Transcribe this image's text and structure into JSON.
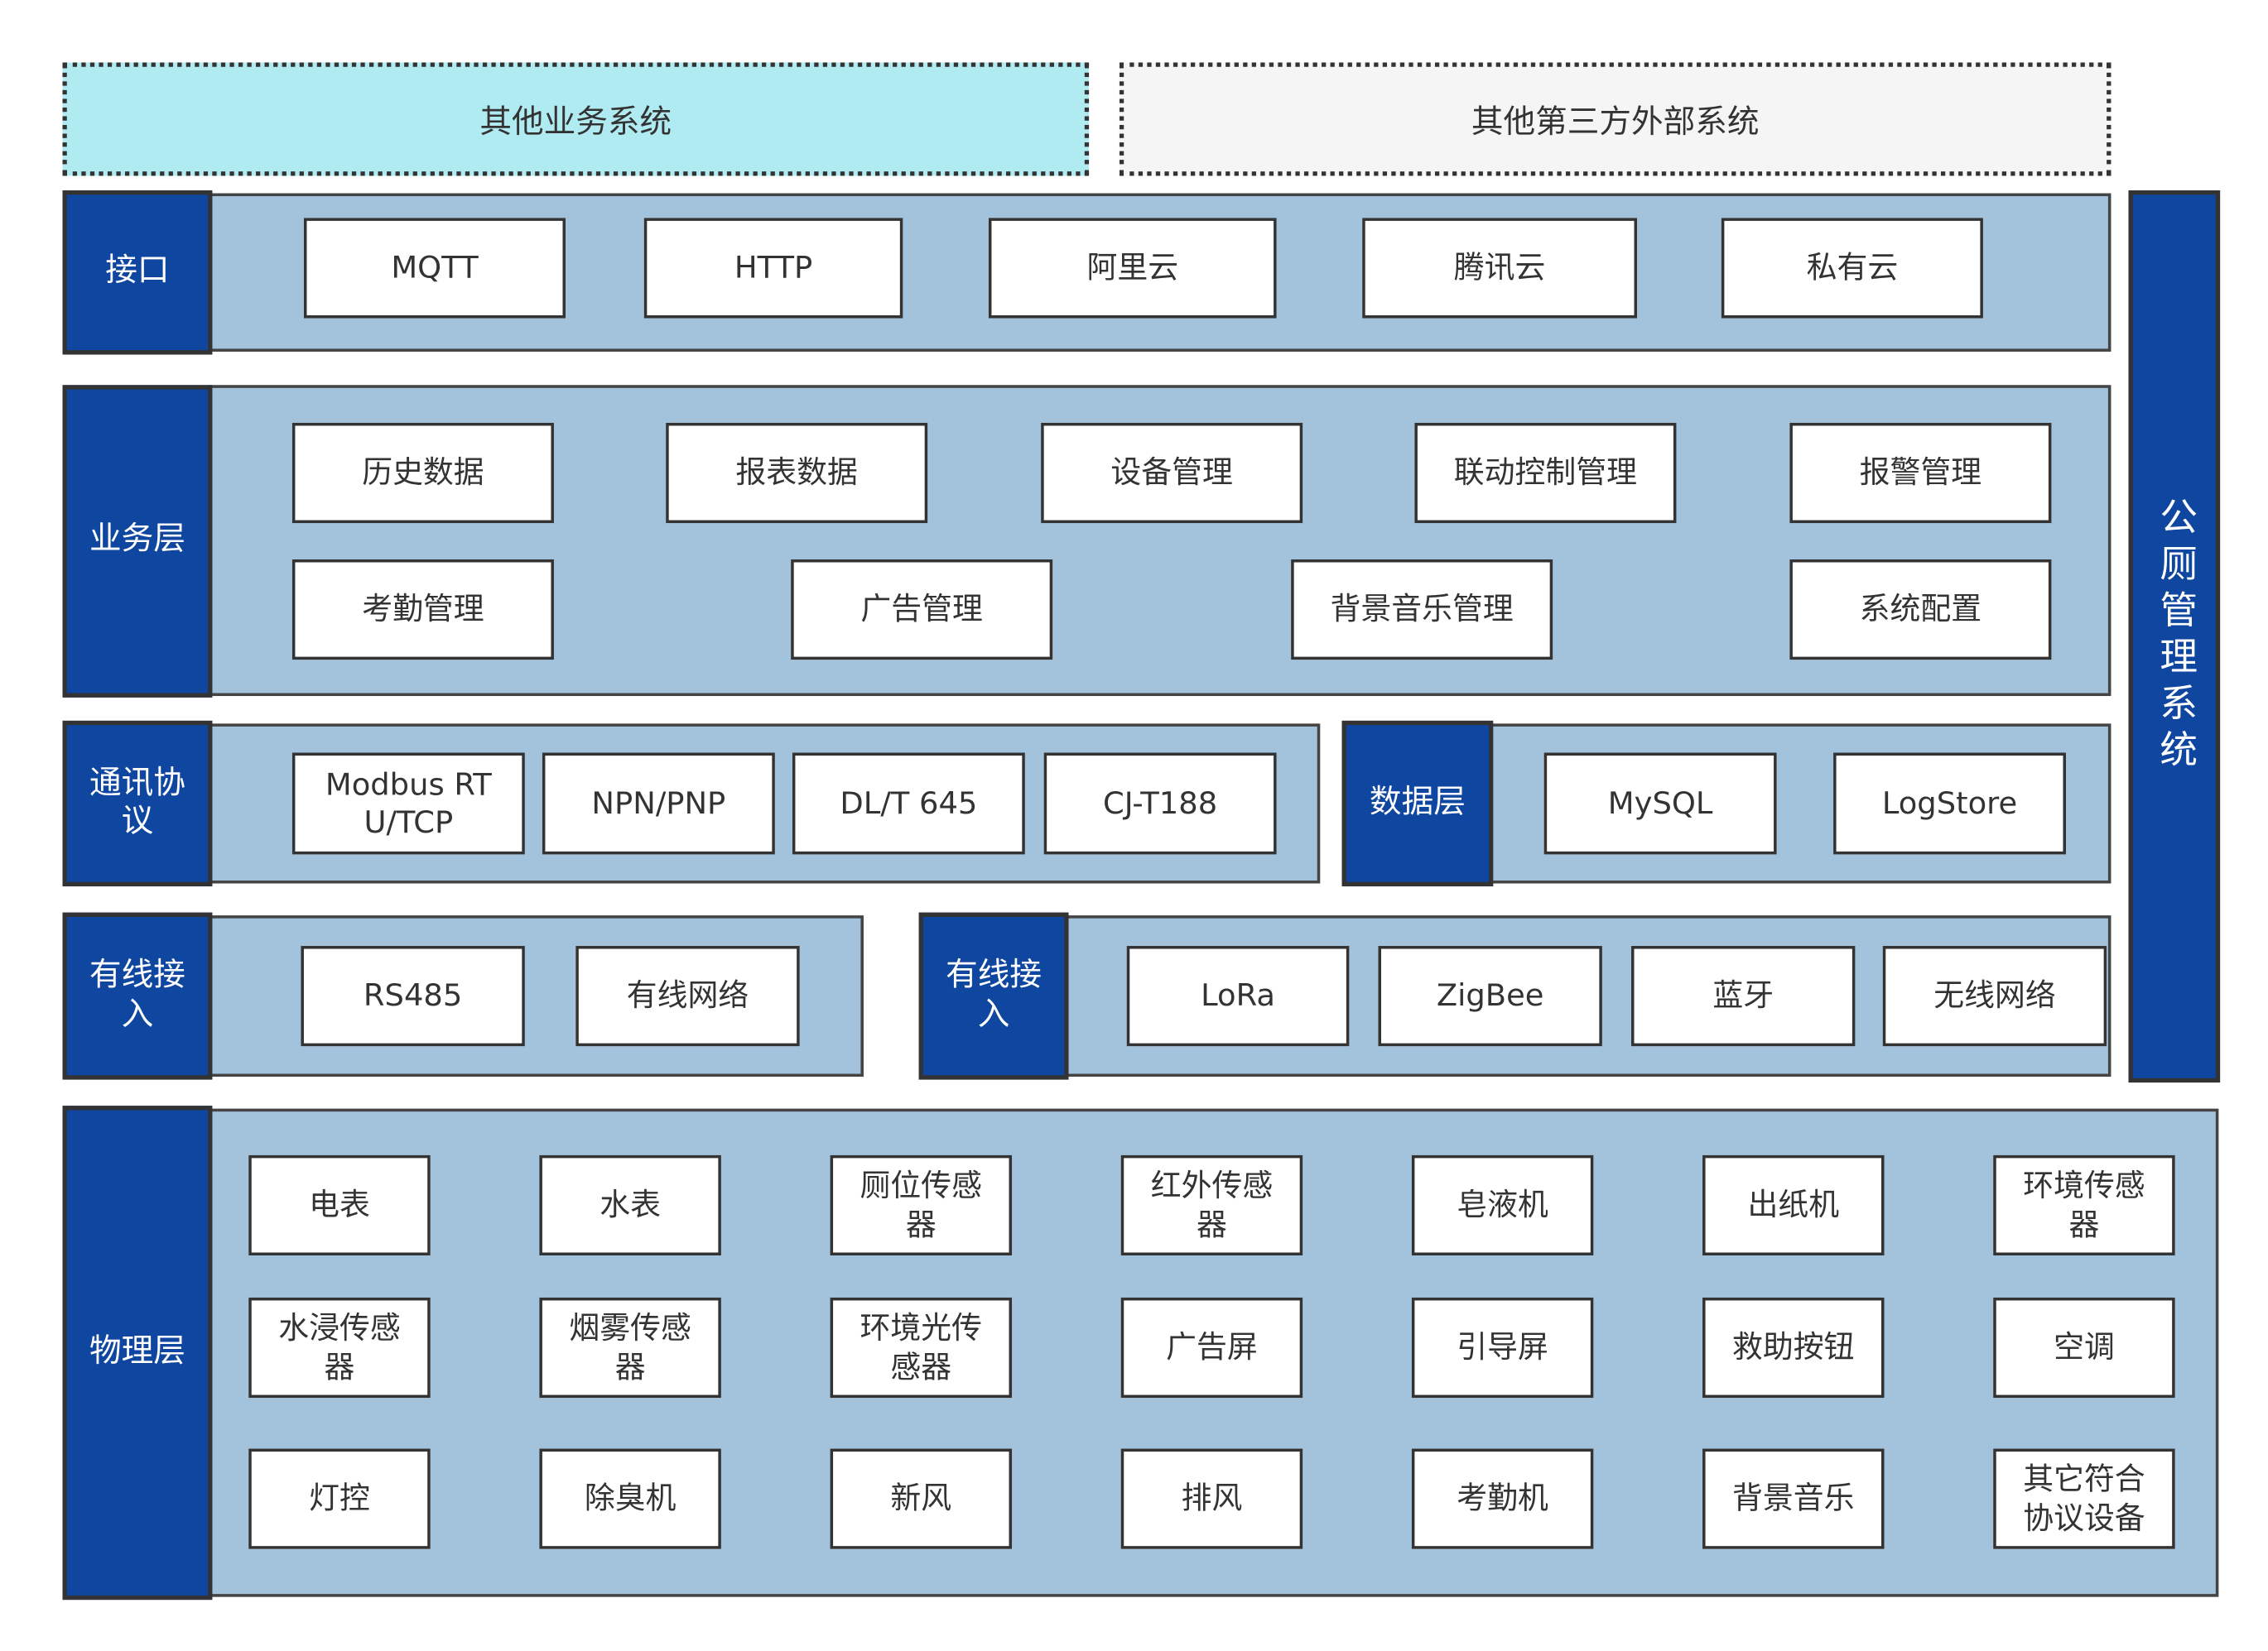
{
  "top": {
    "other_business": "其他业务系统",
    "third_party": "其他第三方外部系统"
  },
  "side_system": "公厕管理系统",
  "interface": {
    "label": "接口",
    "items": [
      "MQTT",
      "HTTP",
      "阿里云",
      "腾讯云",
      "私有云"
    ]
  },
  "business": {
    "label": "业务层",
    "items": [
      "历史数据",
      "报表数据",
      "设备管理",
      "联动控制管理",
      "报警管理",
      "考勤管理",
      "广告管理",
      "背景音乐管理",
      "系统配置"
    ]
  },
  "protocol": {
    "label": "通讯协议",
    "items": [
      "Modbus RTU/TCP",
      "NPN/PNP",
      "DL/T 645",
      "CJ-T188"
    ]
  },
  "data_layer": {
    "label": "数据层",
    "items": [
      "MySQL",
      "LogStore"
    ]
  },
  "wired": {
    "label": "有线接入",
    "items": [
      "RS485",
      "有线网络"
    ]
  },
  "wireless": {
    "label": "有线接入",
    "items": [
      "LoRa",
      "ZigBee",
      "蓝牙",
      "无线网络"
    ]
  },
  "physical": {
    "label": "物理层",
    "items": [
      "电表",
      "水表",
      "厕位传感器",
      "红外传感器",
      "皂液机",
      "出纸机",
      "环境传感器",
      "水浸传感器",
      "烟雾传感器",
      "环境光传感器",
      "广告屏",
      "引导屏",
      "救助按钮",
      "空调",
      "灯控",
      "除臭机",
      "新风",
      "排风",
      "考勤机",
      "背景音乐",
      "其它符合协议设备"
    ]
  },
  "colors": {
    "navy": "#0e46a0",
    "band": "#a3c2dc",
    "cyan": "#b0ebf2",
    "gray": "#f5f5f5"
  }
}
